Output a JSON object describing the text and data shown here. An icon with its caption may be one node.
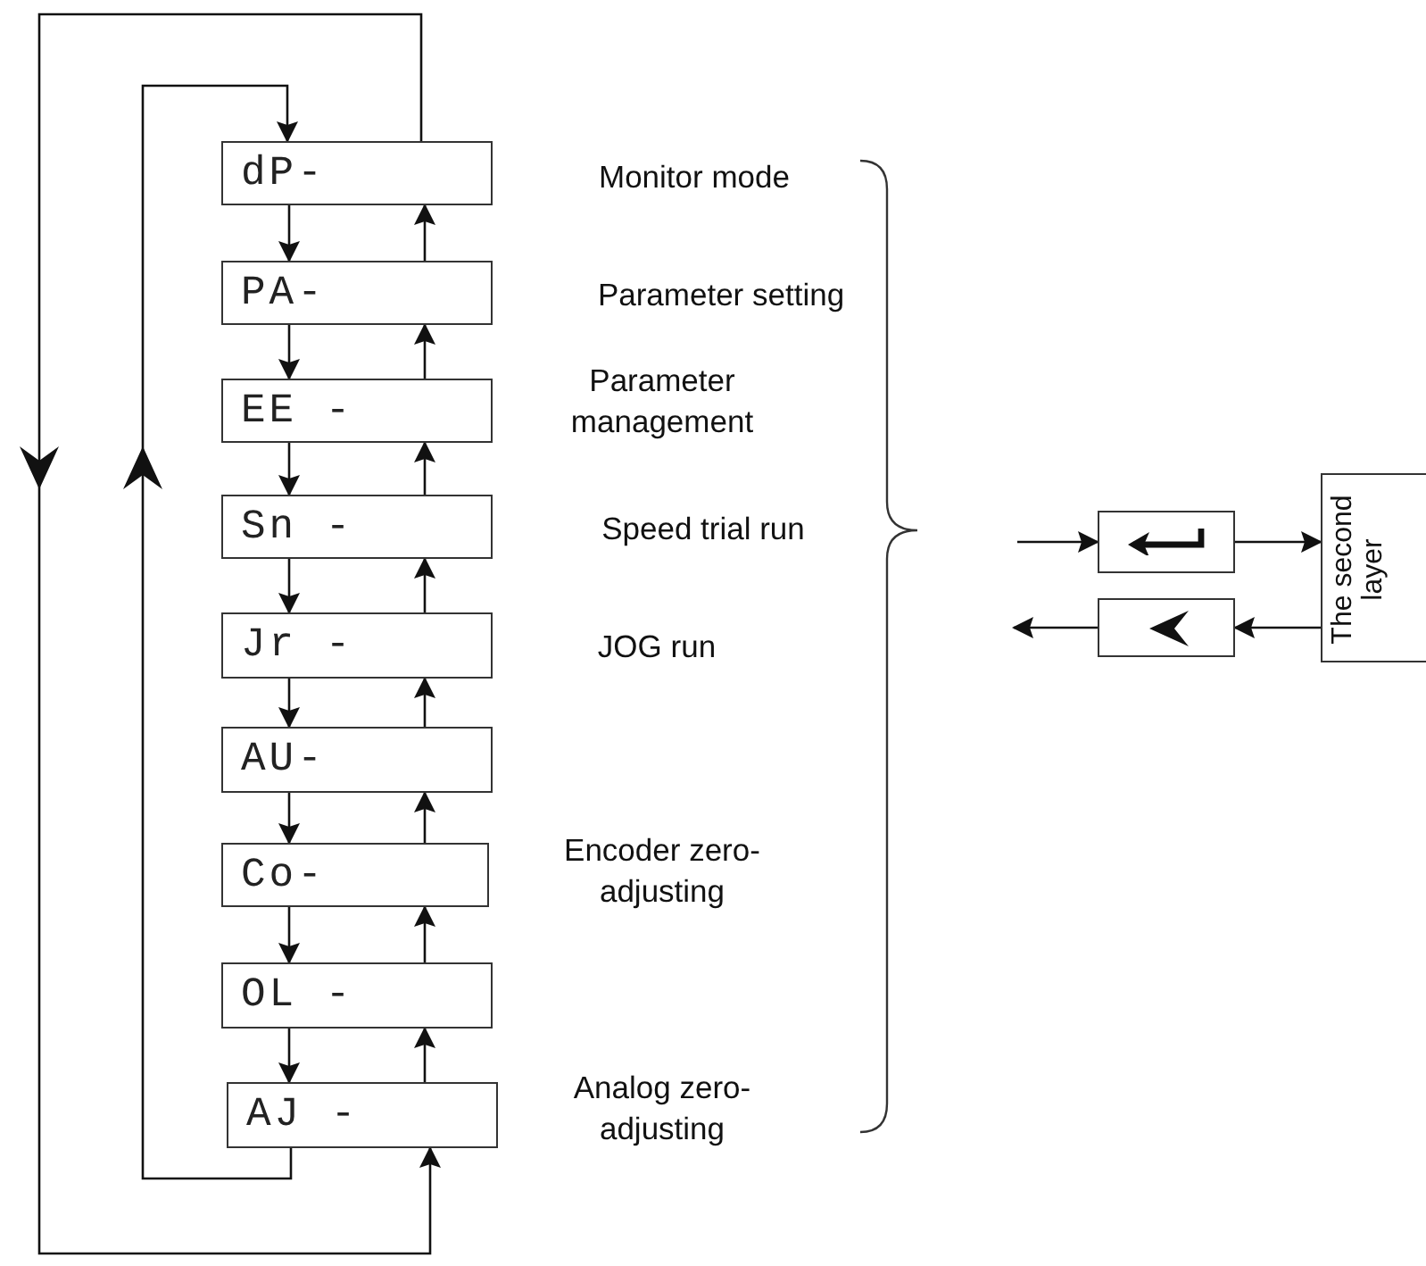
{
  "diagram": {
    "nodes": [
      {
        "text": [
          "dP-"
        ],
        "beside": [
          "Monitor mode"
        ]
      },
      {
        "text": [
          "PA-"
        ],
        "beside": [
          "Parameter setting"
        ]
      },
      {
        "text": [
          "EE -"
        ],
        "beside": [
          "Parameter management"
        ]
      },
      {
        "text": [
          "Sn -"
        ],
        "beside": [
          "Speed trial run"
        ]
      },
      {
        "text": [
          "Jr -"
        ],
        "beside": [
          "JOG run"
        ]
      },
      {
        "text": [
          "AU-"
        ]
      },
      {
        "text": [
          "Co-"
        ],
        "beside": [
          "Encoder zero-adjusting"
        ]
      },
      {
        "text": [
          "OL -"
        ]
      },
      {
        "text": [
          "AJ -"
        ],
        "beside": [
          "Analog zero-adjusting"
        ]
      },
      {
        "text": [],
        "shape": "box"
      },
      {
        "text": [],
        "shape": "box"
      },
      {
        "text": [
          "The second layer"
        ]
      }
    ],
    "edges": [
      {
        "from": 0,
        "to": 1,
        "arrow": "to"
      },
      {
        "from": 1,
        "to": 2,
        "arrow": "to"
      },
      {
        "from": 2,
        "to": 3,
        "arrow": "to"
      },
      {
        "from": 3,
        "to": 4,
        "arrow": "to"
      },
      {
        "from": 4,
        "to": 5,
        "arrow": "to"
      },
      {
        "from": 5,
        "to": 6,
        "arrow": "to"
      },
      {
        "from": 6,
        "to": 7,
        "arrow": "to"
      },
      {
        "from": 7,
        "to": 8,
        "arrow": "to"
      },
      {
        "from": 1,
        "to": 0,
        "arrow": "to"
      },
      {
        "from": 2,
        "to": 1,
        "arrow": "to"
      },
      {
        "from": 3,
        "to": 2,
        "arrow": "to"
      },
      {
        "from": 4,
        "to": 3,
        "arrow": "to"
      },
      {
        "from": 5,
        "to": 4,
        "arrow": "to"
      },
      {
        "from": 6,
        "to": 5,
        "arrow": "to"
      },
      {
        "from": 7,
        "to": 6,
        "arrow": "to"
      },
      {
        "from": 8,
        "to": 7,
        "arrow": "to"
      },
      {
        "from": 8,
        "to": 0,
        "arrow": "to"
      },
      {
        "from": 0,
        "to": 8,
        "arrow": "to"
      },
      {
        "from": null,
        "to": 9,
        "arrow": "to"
      },
      {
        "from": 9,
        "to": 11,
        "arrow": "to"
      },
      {
        "from": 11,
        "to": 10,
        "arrow": "to"
      },
      {
        "from": 10,
        "to": null,
        "arrow": "to"
      }
    ]
  }
}
